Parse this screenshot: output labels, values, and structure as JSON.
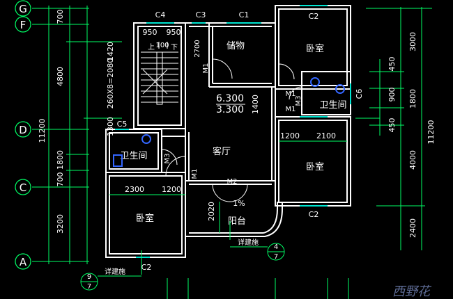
{
  "grid_labels": {
    "G": "G",
    "F": "F",
    "D": "D",
    "C": "C",
    "A": "A"
  },
  "left_dims": {
    "d700_top": "700",
    "d1420": "1420",
    "d4800": "4800",
    "d11200": "11200",
    "d1300": "1300",
    "d1800": "1800",
    "d700_mid": "700",
    "d3200": "3200"
  },
  "right_dims": {
    "d3000": "3000",
    "d450_top": "450",
    "d900": "900",
    "d1800": "1800",
    "d11200": "11200",
    "d450_bot": "450",
    "d4000": "4000",
    "d2400": "2400"
  },
  "windows": {
    "c4": "C4",
    "c3": "C3",
    "c1": "C1",
    "c2_top": "C2",
    "c5": "C5",
    "c6": "C6",
    "c2_mid": "C2",
    "c2_bot": "C2"
  },
  "doors": {
    "m1_store": "M1",
    "m1_bath_r_top": "M1",
    "m1_bath_r_bot": "M1",
    "m3_right": "M3",
    "m3_left": "M3",
    "m1_living": "M1",
    "m2": "M2"
  },
  "stair": {
    "w950_a": "950",
    "w950_b": "950",
    "up": "上",
    "d100": "100",
    "down": "下",
    "run": "260X8=2080",
    "d2700": "2700"
  },
  "levels": {
    "top": "6.300",
    "bottom": "3.300",
    "d1400": "1400"
  },
  "rooms": {
    "storage": "储物",
    "bedroom_ne": "卧室",
    "bath_right": "卫生间",
    "bath_left": "卫生间",
    "living": "客厅",
    "bedroom_e": "卧室",
    "bedroom_sw": "卧室",
    "balcony": "阳台"
  },
  "inner_dims": {
    "d1200_r": "1200",
    "d2100": "2100",
    "d2300": "2300",
    "d1200_l": "1200",
    "d2020": "2020",
    "slope": "1%"
  },
  "detail_refs": {
    "label_a": "详建施",
    "ref_a_top": "4",
    "ref_a_bot": "7",
    "label_b": "详建施",
    "ref_b_top": "9",
    "ref_b_bot": "7"
  },
  "watermark": "西野花"
}
